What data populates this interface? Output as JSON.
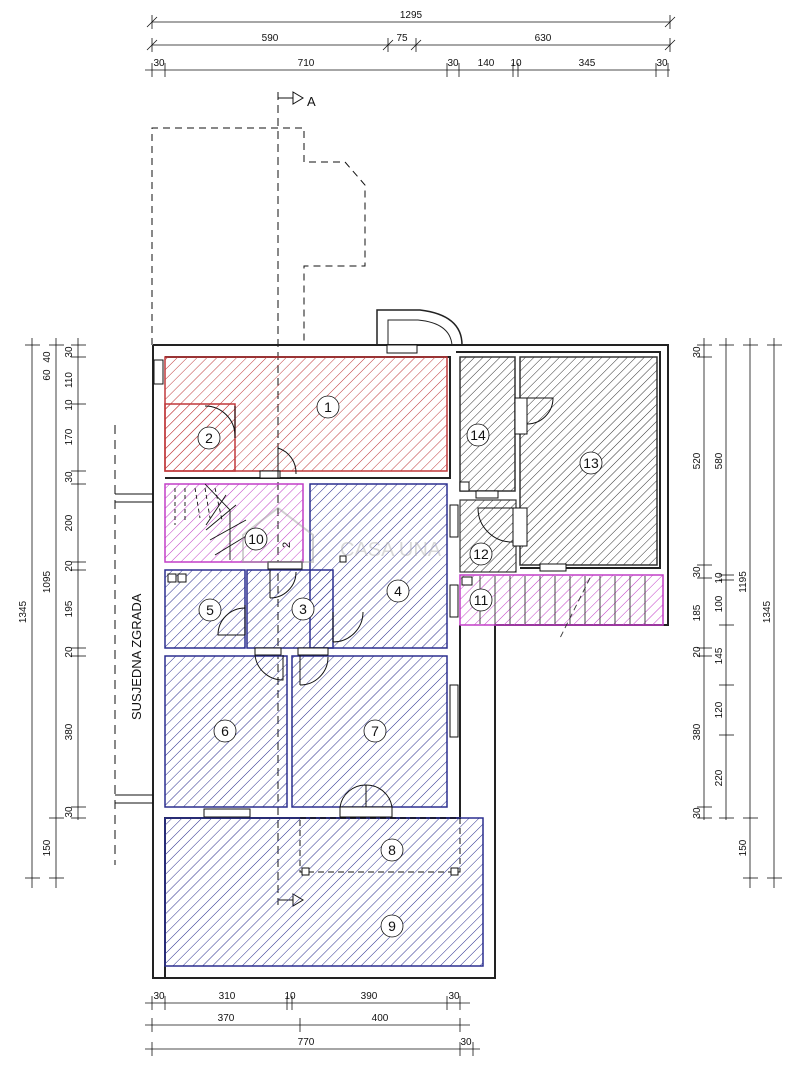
{
  "colors": {
    "red": "#c0393b",
    "blue": "#2b2f8f",
    "magenta": "#c23ec7",
    "dark": "#333333",
    "wall": "#222222"
  },
  "section_marker": "A",
  "neighbor_label": "SUSJEDNA ZGRADA",
  "watermark": "CASA UNA",
  "rooms": [
    {
      "id": "1",
      "label": "1",
      "color": "red"
    },
    {
      "id": "2",
      "label": "2",
      "color": "red"
    },
    {
      "id": "3",
      "label": "3",
      "color": "blue"
    },
    {
      "id": "4",
      "label": "4",
      "color": "blue"
    },
    {
      "id": "5",
      "label": "5",
      "color": "blue"
    },
    {
      "id": "6",
      "label": "6",
      "color": "blue"
    },
    {
      "id": "7",
      "label": "7",
      "color": "blue"
    },
    {
      "id": "8",
      "label": "8",
      "color": "blue"
    },
    {
      "id": "9",
      "label": "9",
      "color": "blue"
    },
    {
      "id": "10",
      "label": "10",
      "color": "magenta"
    },
    {
      "id": "11",
      "label": "11",
      "color": "magenta"
    },
    {
      "id": "12",
      "label": "12",
      "color": "dark"
    },
    {
      "id": "13",
      "label": "13",
      "color": "dark"
    },
    {
      "id": "14",
      "label": "14",
      "color": "dark"
    }
  ],
  "stair_label": "2",
  "dims": {
    "top": {
      "row1": [
        "1295"
      ],
      "row2": [
        "590",
        "75",
        "630"
      ],
      "row3": [
        "30",
        "710",
        "30",
        "140",
        "10",
        "345",
        "30"
      ]
    },
    "bottom": {
      "row1": [
        "30",
        "310",
        "10",
        "390",
        "30"
      ],
      "row2": [
        "370",
        "400"
      ],
      "row3": [
        "770",
        "30"
      ]
    },
    "left": {
      "col_total": "1345",
      "col_mid": "1095",
      "col_detail": [
        "30",
        "40",
        "60",
        "110",
        "10",
        "170",
        "30",
        "200",
        "20",
        "195",
        "20",
        "380",
        "30",
        "150"
      ]
    },
    "right": {
      "col_detail": [
        "30",
        "520",
        "30",
        "185",
        "20",
        "380",
        "30",
        "150"
      ],
      "col_sub": [
        "580",
        "10",
        "100",
        "145",
        "120",
        "220"
      ],
      "col_mid": "1195",
      "col_total": "1345"
    }
  }
}
